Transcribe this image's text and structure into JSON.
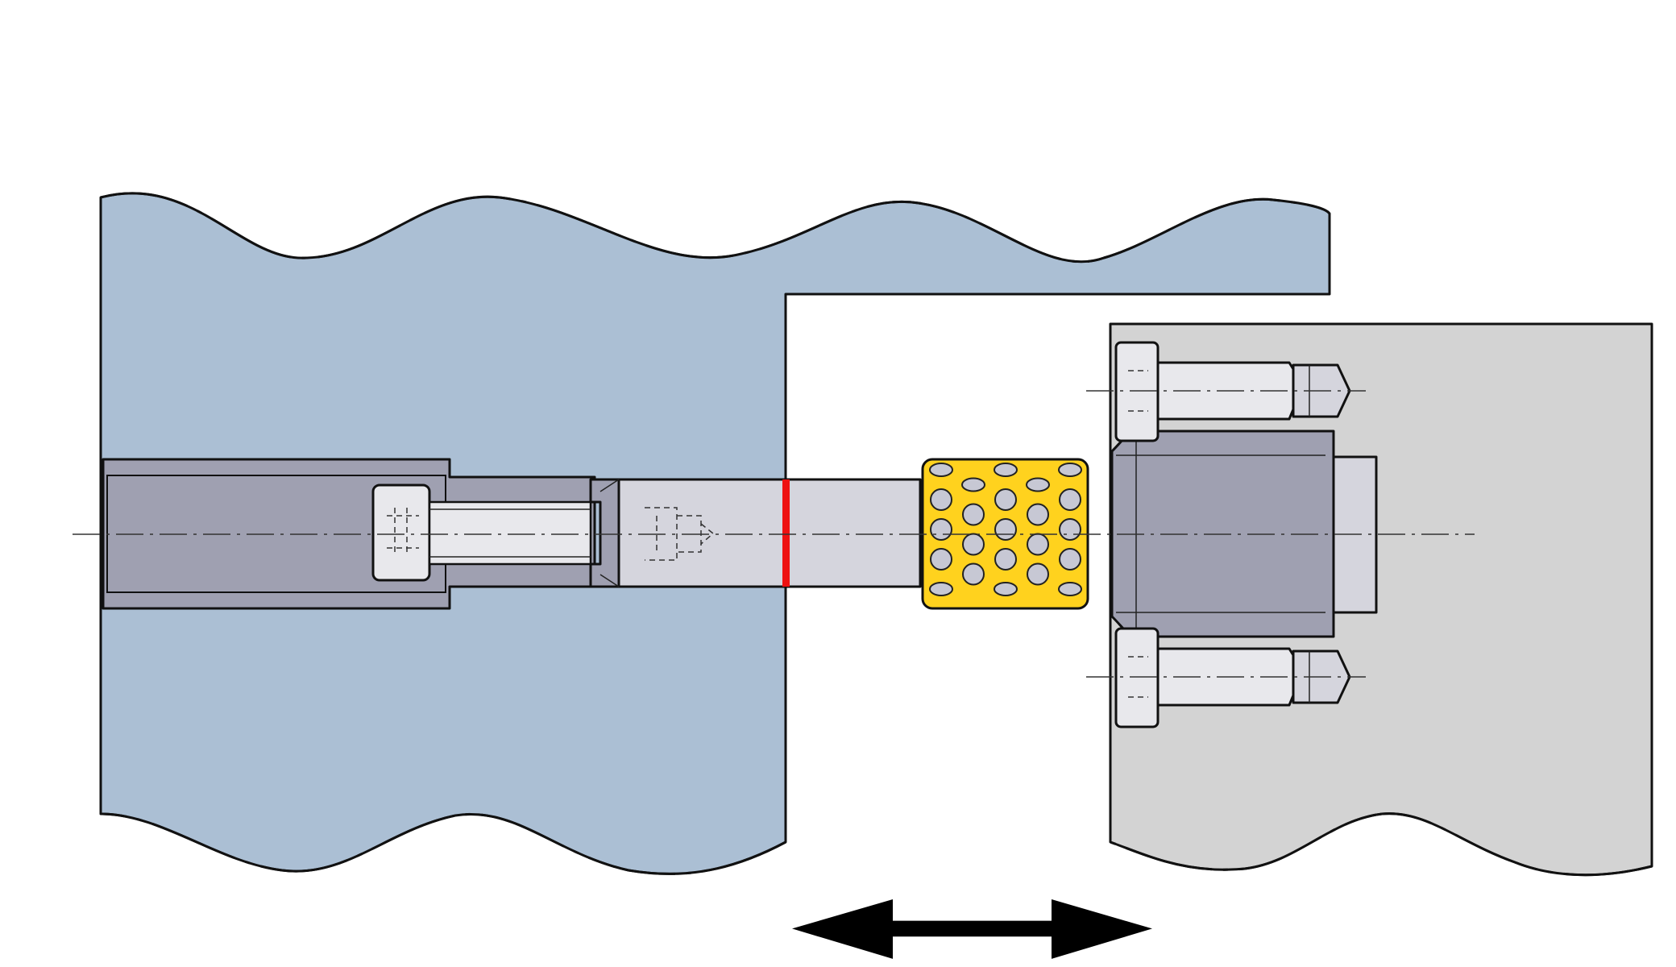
{
  "colors": {
    "left_plate": "#abbfd4",
    "right_plate": "#d3d3d3",
    "bushing_body": "#9fa0b1",
    "pin": "#d5d5dd",
    "bolt": "#e8e8ec",
    "ball_cage": "#ffd21e",
    "ball": "#c7c8d4",
    "seal_ring": "#ee1111",
    "outline": "#111111",
    "arrow": "#000000"
  },
  "parts": {
    "ball_cage": {
      "rows": 5,
      "columns": 5
    },
    "mounting_bolts": {
      "count": 2
    }
  },
  "motion_indicator": {
    "direction": "horizontal",
    "double_headed": true
  }
}
